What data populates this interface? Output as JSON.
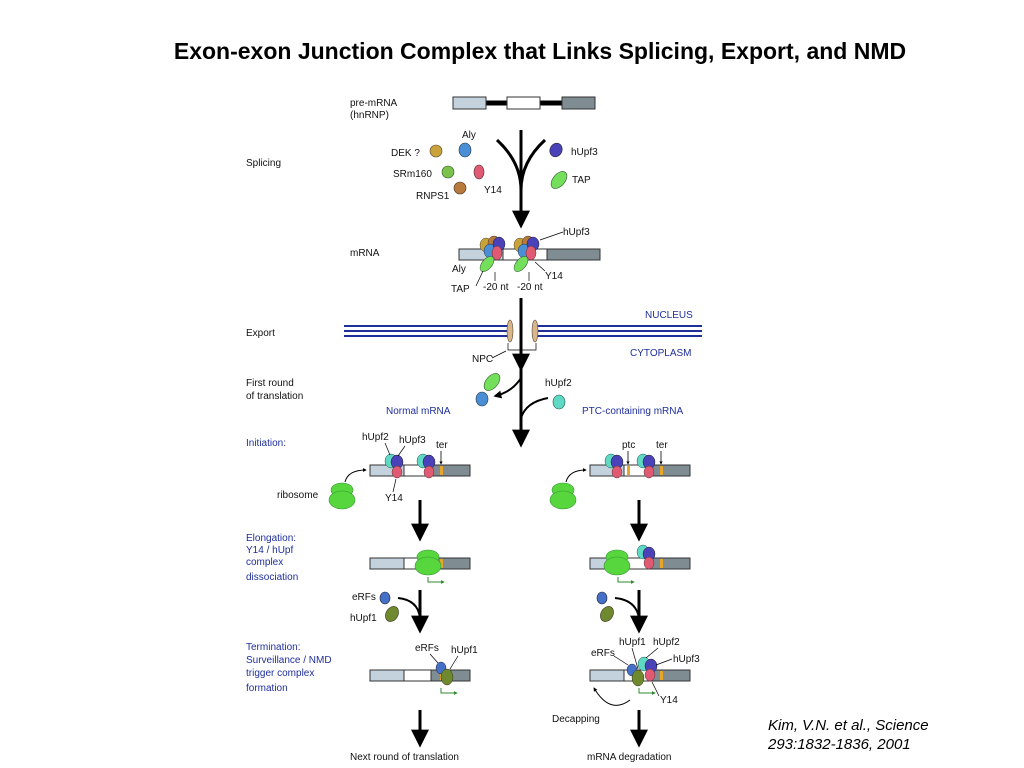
{
  "title": "Exon-exon Junction Complex that Links Splicing, Export, and NMD",
  "citation": {
    "line1": "Kim, V.N. et al., Science",
    "line2": "293:1832-1836, 2001"
  },
  "stages": {
    "premrna_line1": "pre-mRNA",
    "premrna_line2": "(hnRNP)",
    "splicing": "Splicing",
    "mrna": "mRNA",
    "export": "Export",
    "first_round_1": "First round",
    "first_round_2": "of translation",
    "initiation": "Initiation:",
    "elongation_1": "Elongation:",
    "elongation_2": "Y14 / hUpf",
    "elongation_3": "complex",
    "elongation_4": "dissociation",
    "termination_1": "Termination:",
    "termination_2": "Surveillance / NMD",
    "termination_3": "trigger complex",
    "termination_4": "formation"
  },
  "labels": {
    "aly": "Aly",
    "dek": "DEK ?",
    "srm160": "SRm160",
    "rnps1": "RNPS1",
    "y14": "Y14",
    "hupf3": "hUpf3",
    "tap": "TAP",
    "nt20": "-20 nt",
    "nucleus": "NUCLEUS",
    "cytoplasm": "CYTOPLASM",
    "npc": "NPC",
    "hupf2": "hUpf2",
    "hupf1": "hUpf1",
    "normal_mrna": "Normal mRNA",
    "ptc_mrna": "PTC-containing mRNA",
    "ter": "ter",
    "ptc": "ptc",
    "ribosome": "ribosome",
    "erfs": "eRFs",
    "decapping": "Decapping",
    "next_round": "Next round of translation",
    "degradation": "mRNA degradation"
  },
  "colors": {
    "dek": "#c9a23a",
    "aly": "#4a8fd6",
    "srm160": "#7cc24a",
    "rnps1": "#b87a3c",
    "y14": "#e05a74",
    "hupf3": "#4a42b8",
    "tap": "#74df5a",
    "hupf2": "#5fd9c4",
    "hupf1": "#6f8a2e",
    "erfs": "#4470c8",
    "ribosome": "#57d63e",
    "exon_light": "#c3d2dc",
    "exon_dark": "#7f8d93",
    "stop_codon": "#e7a52a",
    "nucleus_blue": "#1f2f9a",
    "arrow_green": "#2f8a2f"
  }
}
